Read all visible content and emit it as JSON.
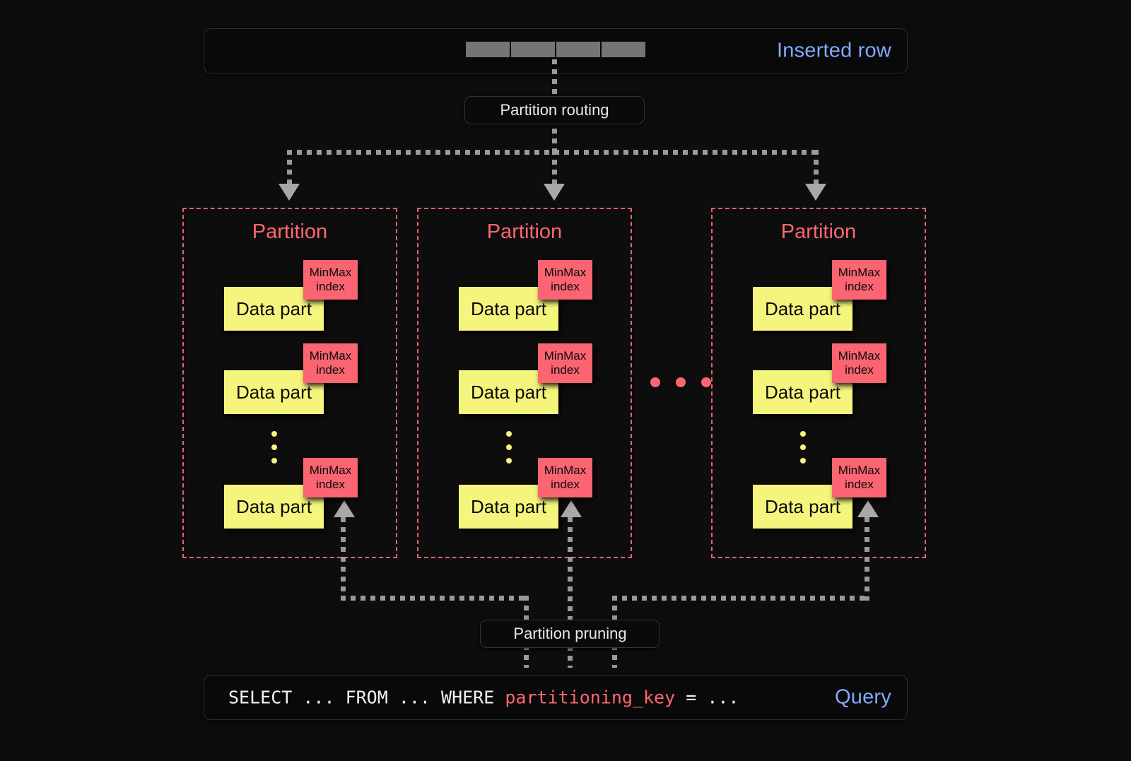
{
  "diagram": {
    "title": "ClickHouse partitioning: insert routing and query pruning",
    "background_color": "#0d0d0d"
  },
  "colors": {
    "accent_blue": "#82aaff",
    "accent_red": "#ff6670",
    "minmax_fill": "#fb6471",
    "data_part_fill": "#f5f57d",
    "connector_gray": "#9a9a9a",
    "row_cell_gray": "#757575",
    "partition_border": "#e8606c"
  },
  "inserted_row": {
    "label": "Inserted row",
    "cells": [
      "",
      "",
      "",
      ""
    ]
  },
  "routing": {
    "label": "Partition routing"
  },
  "pruning": {
    "label": "Partition pruning"
  },
  "partitions": [
    {
      "title": "Partition",
      "parts": [
        {
          "data_part_label": "Data part",
          "index_line1": "MinMax",
          "index_line2": "index"
        },
        {
          "data_part_label": "Data part",
          "index_line1": "MinMax",
          "index_line2": "index"
        },
        {
          "data_part_label": "Data part",
          "index_line1": "MinMax",
          "index_line2": "index"
        }
      ],
      "vertical_ellipsis": [
        "•",
        "•",
        "•"
      ]
    },
    {
      "title": "Partition",
      "parts": [
        {
          "data_part_label": "Data part",
          "index_line1": "MinMax",
          "index_line2": "index"
        },
        {
          "data_part_label": "Data part",
          "index_line1": "MinMax",
          "index_line2": "index"
        },
        {
          "data_part_label": "Data part",
          "index_line1": "MinMax",
          "index_line2": "index"
        }
      ],
      "vertical_ellipsis": [
        "•",
        "•",
        "•"
      ]
    },
    {
      "title": "Partition",
      "parts": [
        {
          "data_part_label": "Data part",
          "index_line1": "MinMax",
          "index_line2": "index"
        },
        {
          "data_part_label": "Data part",
          "index_line1": "MinMax",
          "index_line2": "index"
        },
        {
          "data_part_label": "Data part",
          "index_line1": "MinMax",
          "index_line2": "index"
        }
      ],
      "vertical_ellipsis": [
        "•",
        "•",
        "•"
      ]
    }
  ],
  "partition_ellipsis": [
    "•",
    "•",
    "•"
  ],
  "query": {
    "label": "Query",
    "prefix": "SELECT ... FROM ... WHERE ",
    "key": "partitioning_key",
    "suffix": " = ..."
  }
}
